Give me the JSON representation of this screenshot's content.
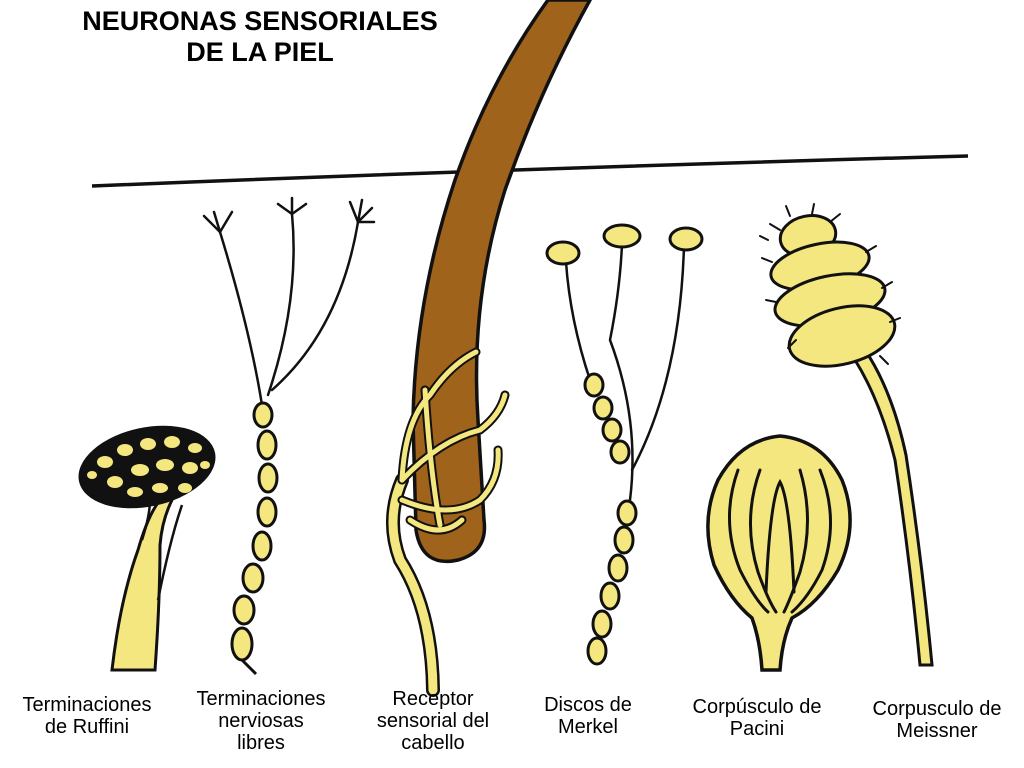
{
  "title": {
    "line1": "NEURONAS SENSORIALES",
    "line2": "DE LA PIEL"
  },
  "receptors": [
    {
      "id": "ruffini",
      "lines": [
        "Terminaciones",
        "de Ruffini"
      ]
    },
    {
      "id": "libres",
      "lines": [
        "Terminaciones",
        "nerviosas",
        "libres"
      ]
    },
    {
      "id": "cabello",
      "lines": [
        "Receptor",
        "sensorial del",
        "cabello"
      ]
    },
    {
      "id": "merkel",
      "lines": [
        "Discos de",
        "Merkel"
      ]
    },
    {
      "id": "pacini",
      "lines": [
        "Corpúsculo de",
        "Pacini"
      ]
    },
    {
      "id": "meissner",
      "lines": [
        "Corpusculo de",
        "Meissner"
      ]
    }
  ],
  "colors": {
    "nerve": "#f4e77f",
    "hair": "#a0631c",
    "outline": "#111111",
    "background": "#ffffff"
  }
}
